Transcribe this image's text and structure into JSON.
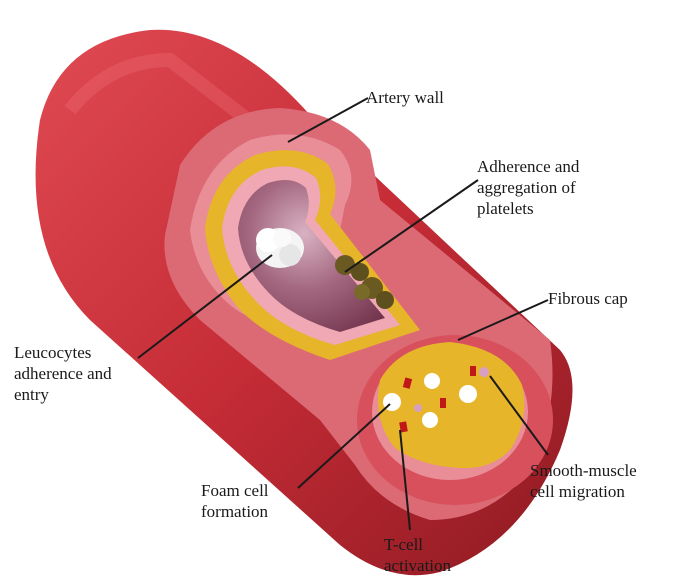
{
  "labels": {
    "artery_wall": [
      "Artery wall"
    ],
    "platelets": [
      "Adherence and",
      "aggregation of",
      "platelets"
    ],
    "fibrous_cap": [
      "Fibrous cap"
    ],
    "leucocytes": [
      "Leucocytes",
      "adherence and",
      "entry"
    ],
    "smooth_muscle": [
      "Smooth-muscle",
      "cell migration"
    ],
    "foam_cell": [
      "Foam cell",
      "formation"
    ],
    "t_cell": [
      "T-cell",
      "activation"
    ]
  },
  "colors": {
    "artery_red": "#c8303a",
    "wall_pink": "#e0848c",
    "intima": "#f0a8b4",
    "plaque_yellow": "#e6b52a",
    "lumen": "#8a4a60",
    "platelet": "#6a5a22",
    "foam_white": "#ffffff",
    "t_cell_red": "#c01818"
  }
}
